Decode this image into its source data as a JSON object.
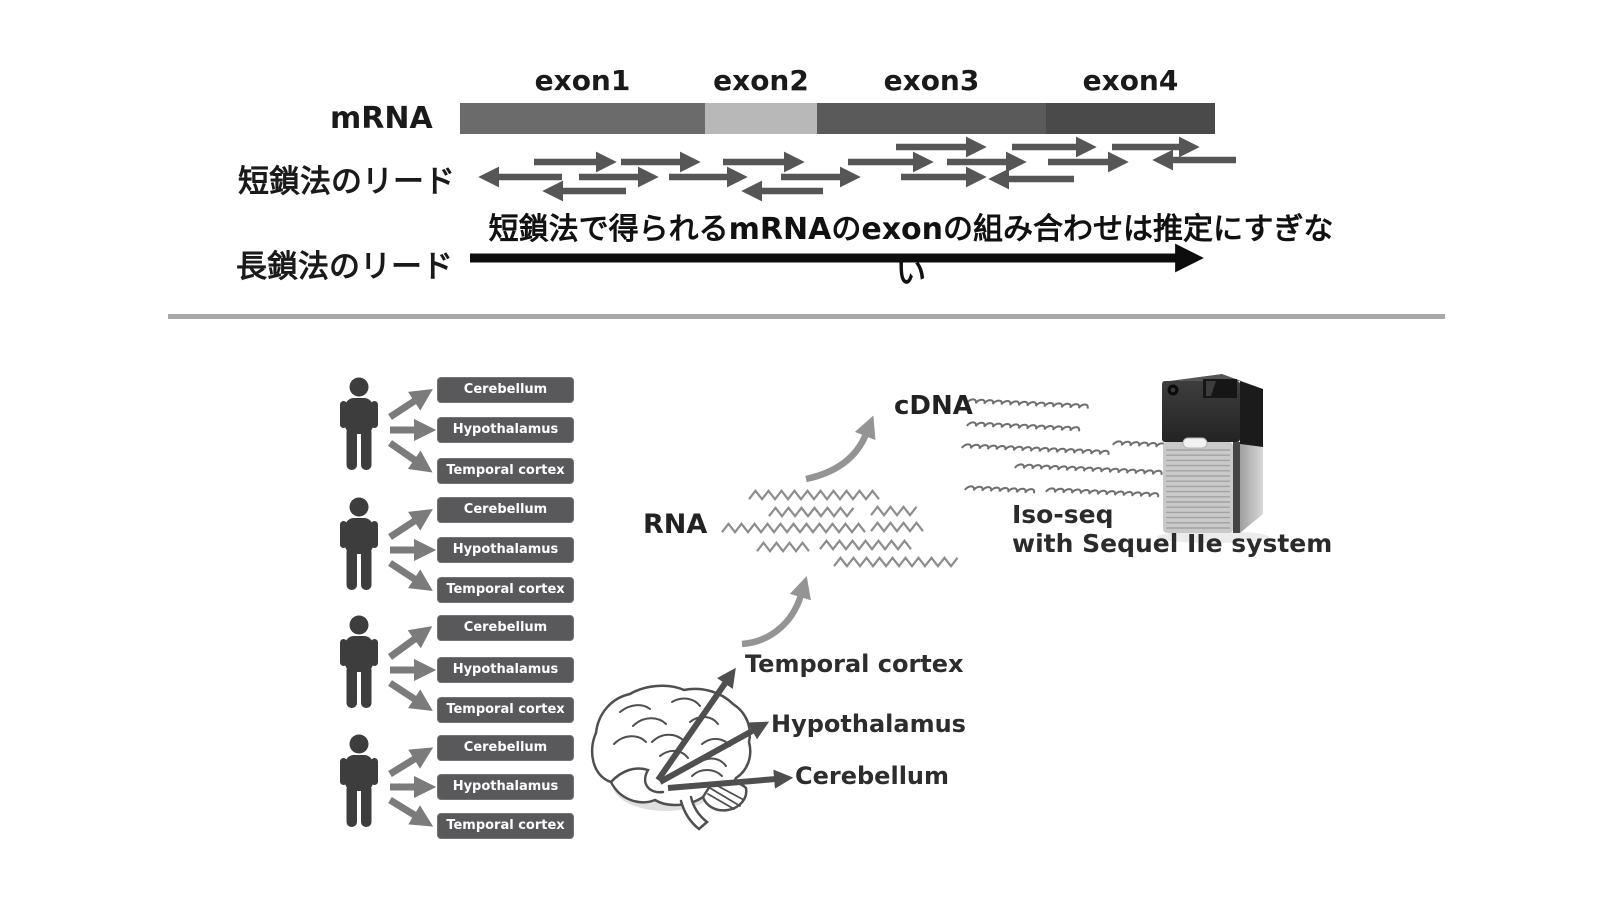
{
  "top_diagram": {
    "mrna_label": "mRNA",
    "short_read_label": "短鎖法のリード",
    "long_read_label": "長鎖法のリード",
    "annotation": "短鎖法で得られるmRNAのexonの組み合わせは推定にすぎない",
    "exons": [
      {
        "label": "exon1",
        "color": "#6b6b6b"
      },
      {
        "label": "exon2",
        "color": "#b8b8b8"
      },
      {
        "label": "exon3",
        "color": "#5a5a5a"
      },
      {
        "label": "exon4",
        "color": "#4a4a4a"
      }
    ]
  },
  "bottom_diagram": {
    "study": {
      "groups": [
        {
          "tissues": [
            "Cerebellum",
            "Hypothalamus",
            "Temporal cortex"
          ]
        },
        {
          "tissues": [
            "Cerebellum",
            "Hypothalamus",
            "Temporal cortex"
          ]
        },
        {
          "tissues": [
            "Cerebellum",
            "Hypothalamus",
            "Temporal cortex"
          ]
        },
        {
          "tissues": [
            "Cerebellum",
            "Hypothalamus",
            "Temporal cortex"
          ]
        }
      ]
    },
    "brain_labels": {
      "temporal_cortex": "Temporal cortex",
      "hypothalamus": "Hypothalamus",
      "cerebellum": "Cerebellum"
    },
    "rna_label": "RNA",
    "cdna_label": "cDNA",
    "sequencer_caption_line1": "Iso-seq",
    "sequencer_caption_line2": "with Sequel IIe system"
  },
  "colors": {
    "divider": "#a9a9a9",
    "short_read_arrow": "#565656",
    "long_read_arrow": "#0d0d0d",
    "tissue_box_bg": "#59595b",
    "tissue_box_text": "#ffffff",
    "person_icon": "#3d3d3d",
    "group_arrow": "#7b7b7b",
    "curved_arrow": "#949494",
    "rna_squiggle": "#8d8d8d",
    "cdna_coil": "#6f6f6f"
  }
}
